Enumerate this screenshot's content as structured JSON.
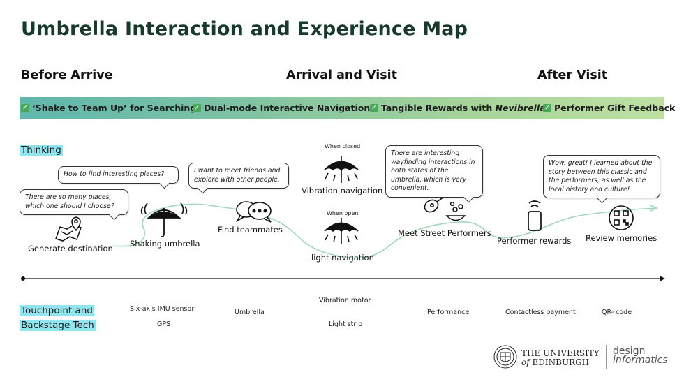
{
  "title": "Umbrella Interaction and Experience Map",
  "phases": {
    "before": "Before Arrive",
    "arrival": "Arrival and Visit",
    "after": "After Visit"
  },
  "features": [
    {
      "text": "‘Shake to Team Up’ for Searching",
      "prefix": "",
      "italic": ""
    },
    {
      "text": "Dual-mode Interactive Navigation",
      "prefix": "",
      "italic": ""
    },
    {
      "text": "Tangible Rewards with ",
      "prefix": "",
      "italic": "Nevibrella"
    },
    {
      "text": "Performer Gift Feedback",
      "prefix": "",
      "italic": ""
    }
  ],
  "colors": {
    "band_start": "#5fb7ac",
    "band_end": "#bfe0a3",
    "highlight": "#8fe6ee",
    "title": "#173a2c",
    "journey_line": "#9fd7b9"
  },
  "thinking_label": "Thinking",
  "thoughts": [
    "There are so many places, which one should I choose?",
    "How to find interesting places?",
    "I want to meet friends and explore with other people.",
    "There are interesting wayfinding interactions in both states of the umbrella, which is very convenient.",
    "Wow, great! I learned about the story between this classic and the performers, as well as the local history and culture!"
  ],
  "steps": {
    "generate": "Generate destination",
    "shaking": "Shaking umbrella",
    "teammates": "Find teammates",
    "when_closed": "When closed",
    "vibration": "Vibration navigation",
    "when_open": "When open",
    "light": "light navigation",
    "performers": "Meet Street Performers",
    "rewards": "Performer rewards",
    "memories": "Review memories"
  },
  "touchpoint_label_1": "Touchpoint and",
  "touchpoint_label_2": "Backstage Tech",
  "tech": {
    "imu": "Six-axis IMU sensor",
    "gps": "GPS",
    "umbrella": "Umbrella",
    "vibration_motor": "Vibration motor",
    "light_strip": "Light strip",
    "performance": "Performance",
    "contactless": "Contactless payment",
    "qr": "QR- code"
  },
  "logos": {
    "uoe_line1": "THE UNIVERSITY",
    "uoe_line2_of": "of",
    "uoe_line2": "EDINBURGH",
    "di_line1": "design",
    "di_line2": "informatics"
  }
}
